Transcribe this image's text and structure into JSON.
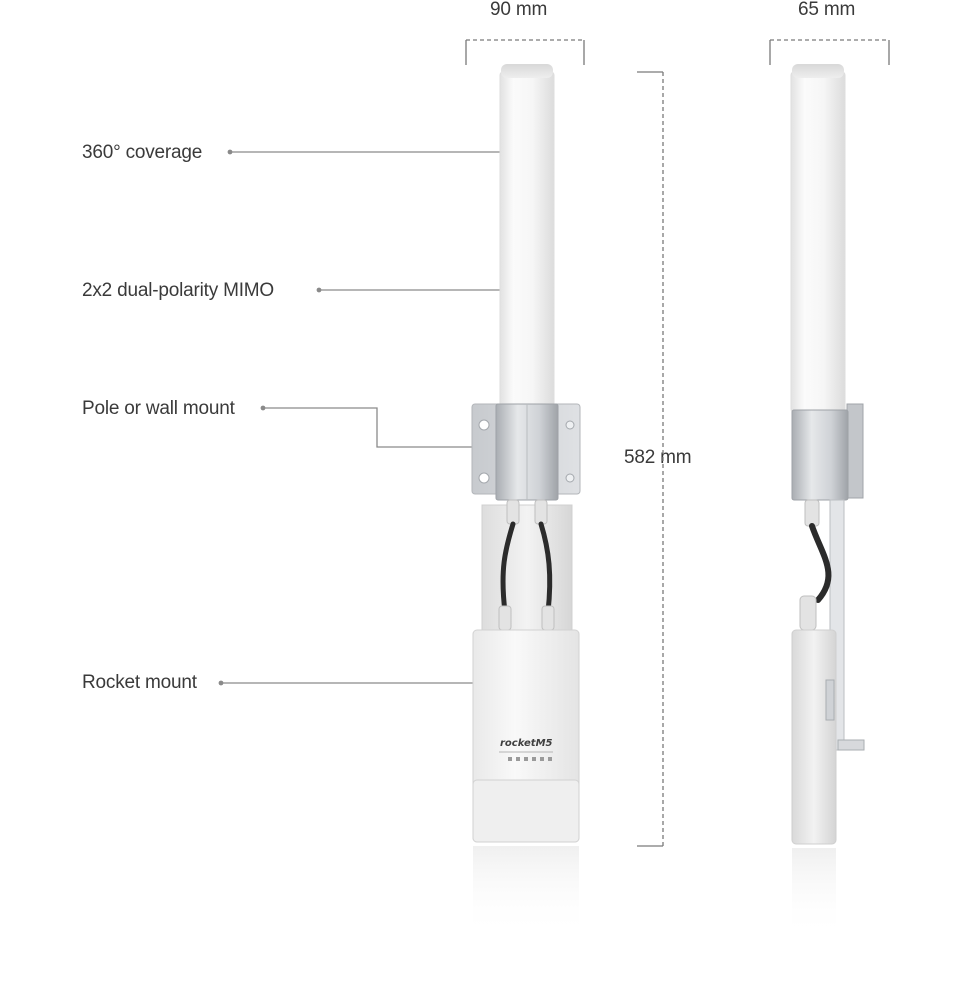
{
  "dimensions": {
    "front_width": "90 mm",
    "side_width": "65 mm",
    "height": "582 mm"
  },
  "features": [
    {
      "label": "360° coverage"
    },
    {
      "label": "2x2 dual-polarity MIMO"
    },
    {
      "label": "Pole or wall mount"
    },
    {
      "label": "Rocket mount"
    }
  ],
  "device_branding": {
    "model": "rocketM5"
  },
  "colors": {
    "text": "#3a3a3a",
    "leader_line": "#8a8a8a",
    "dimension_line": "#7a7a7a",
    "radome": "#f4f4f4",
    "bracket": "#c9ccd0",
    "cable": "#2b2b2b"
  }
}
